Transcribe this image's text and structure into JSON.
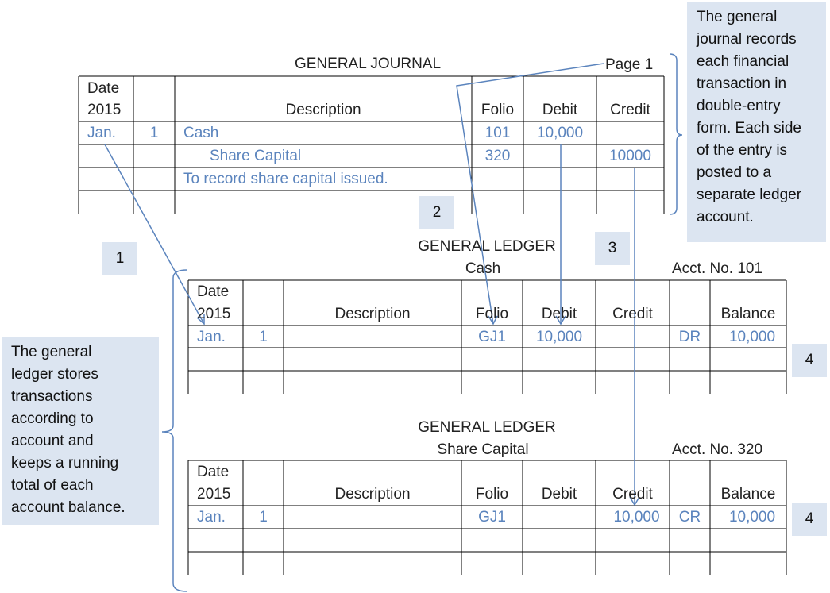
{
  "journal": {
    "title": "GENERAL JOURNAL",
    "page": "Page 1",
    "headers": {
      "date1": "Date",
      "date2": "2015",
      "description": "Description",
      "folio": "Folio",
      "debit": "Debit",
      "credit": "Credit"
    },
    "rows": [
      {
        "month": "Jan.",
        "day": "1",
        "description": "Cash",
        "folio": "101",
        "debit": "10,000",
        "credit": ""
      },
      {
        "month": "",
        "day": "",
        "description": "Share Capital",
        "folio": "320",
        "debit": "",
        "credit": "10000"
      },
      {
        "month": "",
        "day": "",
        "description": "To record share capital issued.",
        "folio": "",
        "debit": "",
        "credit": ""
      }
    ]
  },
  "ledger_cash": {
    "title": "GENERAL LEDGER",
    "account": "Cash",
    "acct_no": "Acct. No. 101",
    "headers": {
      "date1": "Date",
      "date2": "2015",
      "description": "Description",
      "folio": "Folio",
      "debit": "Debit",
      "credit": "Credit",
      "balance": "Balance"
    },
    "rows": [
      {
        "month": "Jan.",
        "day": "1",
        "folio": "GJ1",
        "debit": "10,000",
        "credit": "",
        "side": "DR",
        "balance": "10,000"
      }
    ]
  },
  "ledger_share": {
    "title": "GENERAL LEDGER",
    "account": "Share Capital",
    "acct_no": "Acct. No. 320",
    "headers": {
      "date1": "Date",
      "date2": "2015",
      "description": "Description",
      "folio": "Folio",
      "debit": "Debit",
      "credit": "Credit",
      "balance": "Balance"
    },
    "rows": [
      {
        "month": "Jan.",
        "day": "1",
        "folio": "GJ1",
        "debit": "",
        "credit": "10,000",
        "side": "CR",
        "balance": "10,000"
      }
    ]
  },
  "notes": {
    "journal_note": [
      "The general",
      "journal records",
      "each financial",
      "transaction in",
      "double-entry",
      "form. Each side",
      "of the entry is",
      "posted to a",
      "separate ledger",
      "account."
    ],
    "ledger_note": [
      "The general",
      "ledger stores",
      "transactions",
      "according to",
      "account and",
      "keeps a running",
      "total of each",
      "account balance."
    ]
  },
  "steps": {
    "s1": "1",
    "s2": "2",
    "s3": "3",
    "s4a": "4",
    "s4b": "4"
  },
  "colors": {
    "entry_text": "#5b84bd",
    "callout_bg": "#dce5f1",
    "arrow": "#5b84bd"
  }
}
